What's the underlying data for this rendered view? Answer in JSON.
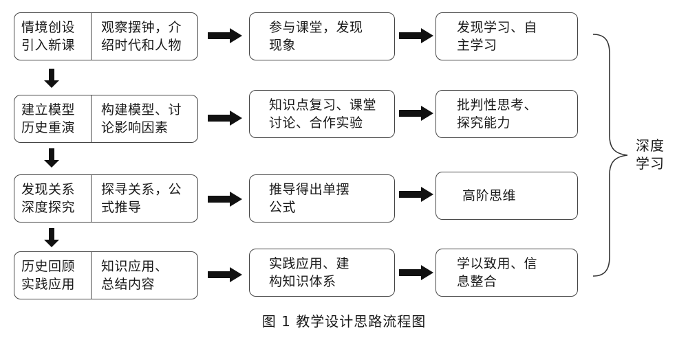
{
  "rows": [
    {
      "stage": "情境创设\n引入新课",
      "activity": "观察摆钟，介\n绍时代和人物",
      "student": "参与课堂，发现\n现象",
      "outcome": "发现学习、自\n主学习"
    },
    {
      "stage": "建立模型\n历史重演",
      "activity": "构建模型、讨\n论影响因素",
      "student": "知识点复习、课堂\n讨论、合作实验",
      "outcome": "批判性思考、\n探究能力"
    },
    {
      "stage": "发现关系\n深度探究",
      "activity": "探寻关系，公\n式推导",
      "student": "推导得出单摆\n公式",
      "outcome": "高阶思维"
    },
    {
      "stage": "历史回顾\n实践应用",
      "activity": "知识应用、\n总结内容",
      "student": "实践应用、建\n构知识体系",
      "outcome": "学以致用、信\n息整合"
    }
  ],
  "side_label": "深度\n学习",
  "caption": "图 1  教学设计思路流程图"
}
